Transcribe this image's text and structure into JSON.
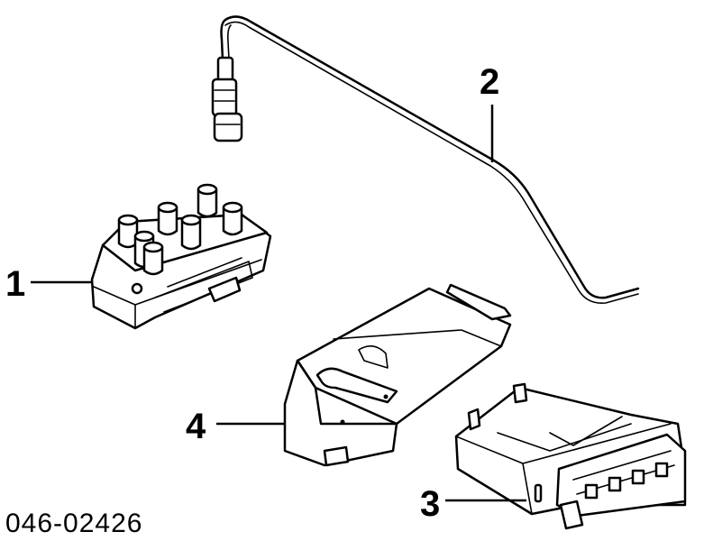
{
  "callouts": {
    "c1": "1",
    "c2": "2",
    "c3": "3",
    "c4": "4"
  },
  "part_number": "046-02426",
  "colors": {
    "line": "#000000",
    "background": "#ffffff"
  }
}
